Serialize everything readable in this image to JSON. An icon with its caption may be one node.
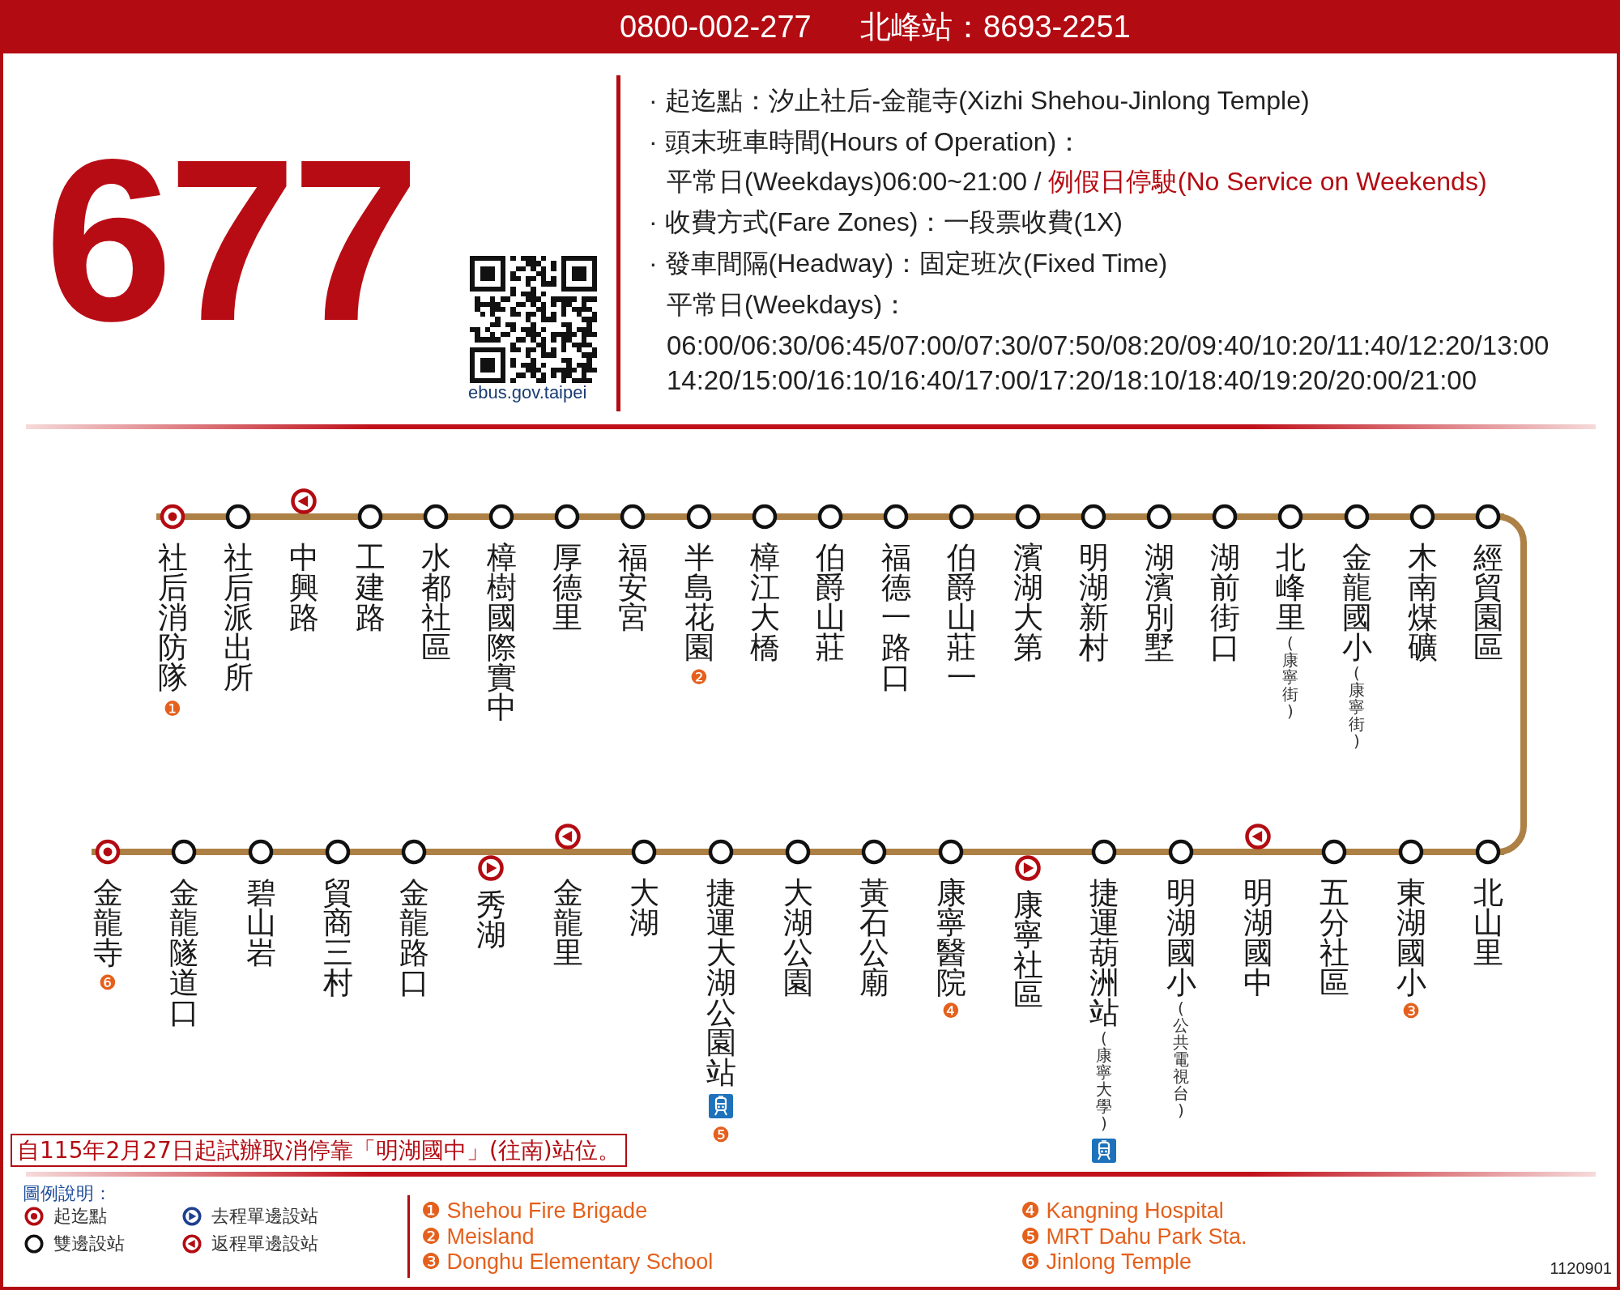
{
  "diagram": {
    "title": "677",
    "nodes": [
      {
        "text": [
          "0800-002-277",
          "北峰站：8693-2251"
        ]
      },
      {
        "text": [
          "社后消防隊"
        ]
      },
      {
        "text": [
          "社后派出所"
        ]
      },
      {
        "text": [
          "中興路"
        ]
      },
      {
        "text": [
          "工建路"
        ]
      },
      {
        "text": [
          "水都社區"
        ]
      },
      {
        "text": [
          "樟樹國際實中"
        ]
      },
      {
        "text": [
          "厚德里"
        ]
      },
      {
        "text": [
          "福安宮"
        ]
      },
      {
        "text": [
          "半島花園"
        ]
      },
      {
        "text": [
          "樟江大橋"
        ]
      },
      {
        "text": [
          "伯爵山莊"
        ]
      },
      {
        "text": [
          "福德一路口"
        ]
      },
      {
        "text": [
          "伯爵山莊一"
        ]
      },
      {
        "text": [
          "濱湖大第"
        ]
      },
      {
        "text": [
          "明湖新村"
        ]
      },
      {
        "text": [
          "湖濱別墅"
        ]
      },
      {
        "text": [
          "湖前街口"
        ]
      },
      {
        "text": [
          "北峰里",
          "(康寧街)"
        ]
      },
      {
        "text": [
          "金龍國小",
          "(康寧街)"
        ]
      },
      {
        "text": [
          "木南煤礦"
        ]
      },
      {
        "text": [
          "經貿園區"
        ]
      },
      {
        "text": [
          "金龍寺"
        ]
      },
      {
        "text": [
          "金龍隧道口"
        ]
      },
      {
        "text": [
          "碧山岩"
        ]
      },
      {
        "text": [
          "貿商三村"
        ]
      },
      {
        "text": [
          "金龍路口"
        ]
      },
      {
        "text": [
          "秀湖"
        ]
      },
      {
        "text": [
          "金龍里"
        ]
      },
      {
        "text": [
          "大湖"
        ]
      },
      {
        "text": [
          "捷運大湖公園站"
        ]
      },
      {
        "text": [
          "大湖公園"
        ]
      },
      {
        "text": [
          "黃石公廟"
        ]
      },
      {
        "text": [
          "康寧醫院"
        ]
      },
      {
        "text": [
          "康寧社區"
        ]
      },
      {
        "text": [
          "捷運葫洲站",
          "(康寧大學)"
        ]
      },
      {
        "text": [
          "明湖國小",
          "(公共電視台)"
        ]
      },
      {
        "text": [
          "明湖國中"
        ]
      },
      {
        "text": [
          "五分社區"
        ]
      },
      {
        "text": [
          "東湖國小"
        ]
      },
      {
        "text": [
          "北山里"
        ]
      },
      {
        "text": [
          "自115年2月27日起試辦取消停靠「明湖國中」(往南)站位。"
        ]
      }
    ],
    "edges": [
      {
        "from": 1,
        "to": 2,
        "arrow": "none"
      },
      {
        "from": 2,
        "to": 3,
        "arrow": "none"
      },
      {
        "from": 3,
        "to": 4,
        "arrow": "none"
      },
      {
        "from": 4,
        "to": 5,
        "arrow": "none"
      },
      {
        "from": 5,
        "to": 6,
        "arrow": "none"
      },
      {
        "from": 6,
        "to": 7,
        "arrow": "none"
      },
      {
        "from": 7,
        "to": 8,
        "arrow": "none"
      },
      {
        "from": 8,
        "to": 9,
        "arrow": "none"
      },
      {
        "from": 9,
        "to": 10,
        "arrow": "none"
      },
      {
        "from": 10,
        "to": 11,
        "arrow": "none"
      },
      {
        "from": 11,
        "to": 12,
        "arrow": "none"
      },
      {
        "from": 12,
        "to": 13,
        "arrow": "none"
      },
      {
        "from": 13,
        "to": 14,
        "arrow": "none"
      },
      {
        "from": 14,
        "to": 15,
        "arrow": "none"
      },
      {
        "from": 15,
        "to": 16,
        "arrow": "none"
      },
      {
        "from": 16,
        "to": 17,
        "arrow": "none"
      },
      {
        "from": 17,
        "to": 18,
        "arrow": "none"
      },
      {
        "from": 18,
        "to": 19,
        "arrow": "none"
      },
      {
        "from": 19,
        "to": 20,
        "arrow": "none"
      },
      {
        "from": 20,
        "to": 21,
        "arrow": "none"
      },
      {
        "from": 21,
        "to": 40,
        "arrow": "none"
      },
      {
        "from": 40,
        "to": 39,
        "arrow": "none"
      },
      {
        "from": 39,
        "to": 38,
        "arrow": "none"
      },
      {
        "from": 38,
        "to": 37,
        "arrow": "none"
      },
      {
        "from": 37,
        "to": 36,
        "arrow": "none"
      },
      {
        "from": 36,
        "to": 35,
        "arrow": "none"
      },
      {
        "from": 35,
        "to": 34,
        "arrow": "none"
      },
      {
        "from": 34,
        "to": 33,
        "arrow": "none"
      },
      {
        "from": 33,
        "to": 32,
        "arrow": "none"
      },
      {
        "from": 32,
        "to": 31,
        "arrow": "none"
      },
      {
        "from": 31,
        "to": 30,
        "arrow": "none"
      },
      {
        "from": 30,
        "to": 29,
        "arrow": "none"
      },
      {
        "from": 29,
        "to": 28,
        "arrow": "none"
      },
      {
        "from": 28,
        "to": 27,
        "arrow": "none"
      },
      {
        "from": 27,
        "to": 26,
        "arrow": "none"
      },
      {
        "from": 26,
        "to": 25,
        "arrow": "none"
      },
      {
        "from": 25,
        "to": 24,
        "arrow": "none"
      },
      {
        "from": 24,
        "to": 23,
        "arrow": "none"
      },
      {
        "from": 23,
        "to": 22,
        "arrow": "none"
      }
    ],
    "labels": [
      "ebus.gov.taipei",
      "· 起迄點：汐止社后-金龍寺(Xizhi Shehou-Jinlong Temple)",
      "· 頭末班車時間(Hours of Operation)：",
      "平常日(Weekdays)06:00~21:00 /",
      "例假日停駛(No Service on Weekends)",
      "· 收費方式(Fare Zones)：一段票收費(1X)",
      "· 發車間隔(Headway)：固定班次(Fixed Time)",
      "平常日(Weekdays)：",
      "06:00/06:30/06:45/07:00/07:30/07:50/08:20/09:40/10:20/11:40/12:20/13:00 14:20/15:00/16:10/16:40/17:00/17:20/18:10/18:40/19:20/20:00/21:00",
      "❶",
      "❷",
      "❻",
      "❹",
      "❸",
      "❺",
      "圖例說明：",
      "❶ Shehou Fire Brigade",
      "❷ Meisland",
      "❸ Donghu Elementary School",
      "❹ Kangning Hospital",
      "❺ MRT Dahu Park Sta.",
      "❻ Jinlong Temple",
      "1120901"
    ],
    "legend": [
      {
        "text": "起迄點"
      },
      {
        "text": "雙邊設站"
      },
      {
        "text": "去程單邊設站"
      },
      {
        "text": "返程單邊設站"
      }
    ]
  }
}
